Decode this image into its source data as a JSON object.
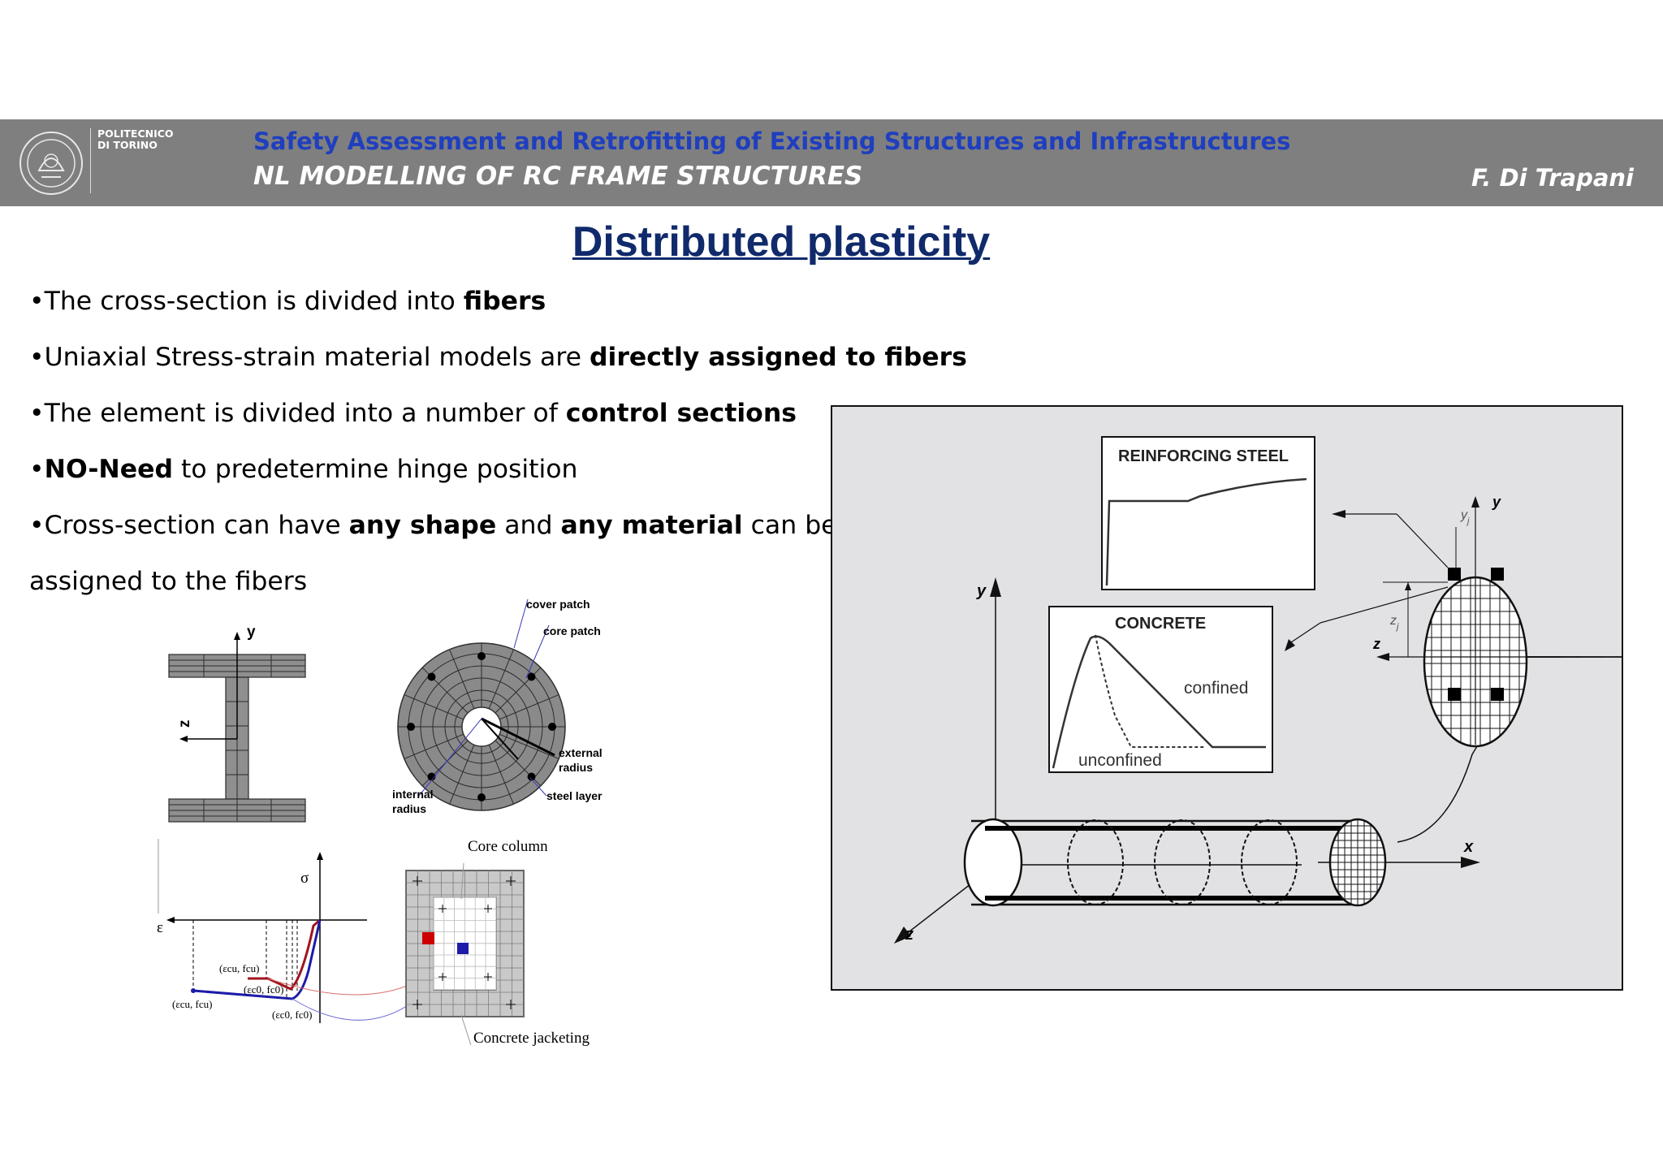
{
  "header": {
    "institution_line1": "POLITECNICO",
    "institution_line2": "DI TORINO",
    "course_title": "Safety Assessment and Retrofitting of Existing Structures and Infrastructures",
    "lecture_title": "NL MODELLING OF RC FRAME STRUCTURES",
    "author": "F. Di Trapani"
  },
  "slide": {
    "title": "Distributed plasticity",
    "bullets": [
      {
        "prefix": "•",
        "segments": [
          {
            "t": "The cross-section is divided into ",
            "b": false
          },
          {
            "t": "fibers",
            "b": true
          }
        ]
      },
      {
        "prefix": "•",
        "segments": [
          {
            "t": "Uniaxial Stress-strain material models are ",
            "b": false
          },
          {
            "t": "directly assigned to fibers",
            "b": true
          }
        ]
      },
      {
        "prefix": "•",
        "segments": [
          {
            "t": "The element is divided into a number of ",
            "b": false
          },
          {
            "t": "control sections",
            "b": true
          }
        ]
      },
      {
        "prefix": "•",
        "segments": [
          {
            "t": "NO-Need",
            "b": true
          },
          {
            "t": " to predetermine hinge position",
            "b": false
          }
        ]
      },
      {
        "prefix": "•",
        "segments": [
          {
            "t": "Cross-section can have ",
            "b": false
          },
          {
            "t": "any shape",
            "b": true
          },
          {
            "t": " and ",
            "b": false
          },
          {
            "t": "any material",
            "b": true
          },
          {
            "t": " can be",
            "b": false
          }
        ]
      },
      {
        "prefix": "",
        "segments": [
          {
            "t": "assigned to the fibers",
            "b": false
          }
        ]
      }
    ]
  },
  "ibeam_figure": {
    "axis_y": "y",
    "axis_z": "z"
  },
  "circular_figure": {
    "cover_patch": "cover patch",
    "core_patch": "core patch",
    "external_radius_1": "external",
    "external_radius_2": "radius",
    "steel_layer": "steel layer",
    "internal_radius_1": "internal",
    "internal_radius_2": "radius"
  },
  "stress_strain_figure": {
    "sigma": "σ",
    "epsilon": "ε",
    "label_ecu_fcu_red": "(εcu, fcu)",
    "label_ec0_fc0_red": "(εc0, fc0)",
    "label_ecu_fcu_blue": "(εcu, fcu)",
    "label_ec0_fc0_blue": "(εc0, fc0)",
    "core_column": "Core column",
    "concrete_jacketing": "Concrete jacketing"
  },
  "fiber_element_figure": {
    "reinforcing_steel": "REINFORCING STEEL",
    "concrete": "CONCRETE",
    "confined": "confined",
    "unconfined": "unconfined",
    "axis_x": "x",
    "axis_y": "y",
    "axis_z": "z",
    "sec_y": "y",
    "sec_z": "z",
    "sec_yj": "y",
    "sec_yj_sub": "j",
    "sec_zj": "z",
    "sec_zj_sub": "j"
  },
  "colors": {
    "header_band": "#7f7f7f",
    "course_title": "#1f3fbf",
    "slide_title": "#102a6b",
    "figure_panel_bg": "#e2e1e3",
    "confined_curve": "#a0141e",
    "unconfined_curve": "#1c1ca8"
  }
}
